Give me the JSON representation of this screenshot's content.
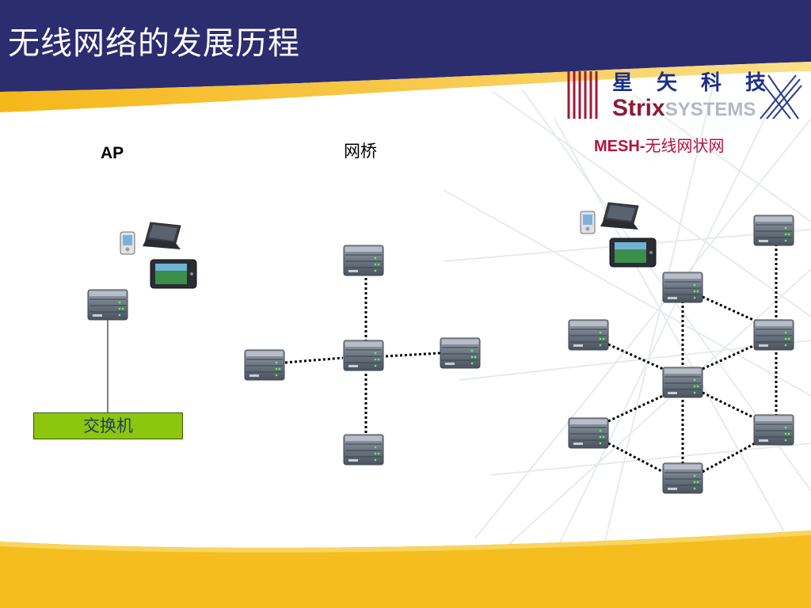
{
  "slide": {
    "title": "无线网络的发展历程"
  },
  "logo": {
    "chinese": "星矢科技",
    "brand_strong": "Strix",
    "brand_light": "SYSTEMS"
  },
  "sections": {
    "ap": {
      "label": "AP",
      "switch_label": "交换机"
    },
    "bridge": {
      "label": "网桥"
    },
    "mesh": {
      "label_en": "MESH-",
      "label_cn": "无线网状网"
    }
  },
  "colors": {
    "header_navy": "#2b2d6e",
    "accent_yellow": "#f8c322",
    "switch_green": "#8cc70e",
    "mesh_label": "#b5123a",
    "logo_blue": "#1c2f8f",
    "logo_red": "#8c1a35"
  },
  "icons": [
    "router-icon",
    "pda-icon",
    "laptop-icon",
    "tablet-icon"
  ]
}
